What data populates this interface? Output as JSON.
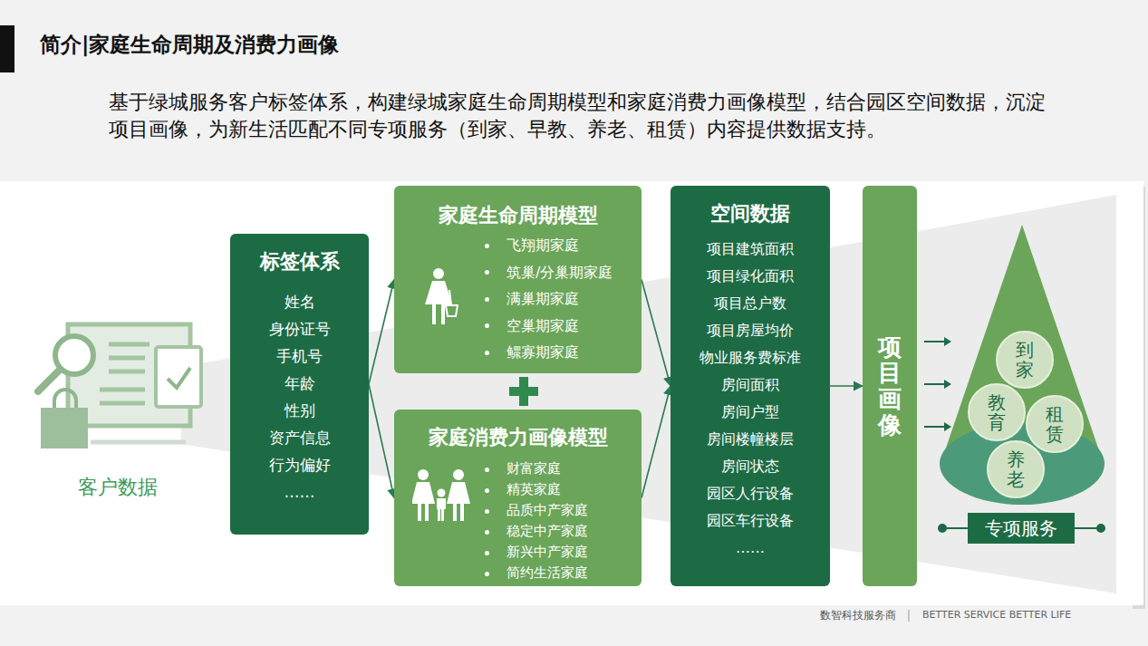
{
  "diagram": {
    "title": "简介|家庭生命周期及消费力画像",
    "nodes": [
      {
        "text": [
          "客户数据"
        ]
      },
      {
        "text": [
          "标签体系",
          "姓名",
          "身份证号",
          "手机号",
          "年龄",
          "性别",
          "资产信息",
          "行为偏好",
          "……"
        ]
      },
      {
        "text": [
          "家庭生命周期模型",
          "飞翔期家庭",
          "筑巢/分巢期家庭",
          "满巢期家庭",
          "空巢期家庭",
          "鳏寡期家庭"
        ]
      },
      {
        "text": [
          "家庭消费力画像模型",
          "财富家庭",
          "精英家庭",
          "品质中产家庭",
          "稳定中产家庭",
          "新兴中产家庭",
          "简约生活家庭"
        ]
      },
      {
        "text": [
          "空间数据",
          "项目建筑面积",
          "项目绿化面积",
          "项目总户数",
          "项目房屋均价",
          "物业服务费标准",
          "房间面积",
          "房间户型",
          "房间楼幢楼层",
          "房间状态",
          "园区人行设备",
          "园区车行设备",
          "……"
        ]
      },
      {
        "text": [
          "项目画像"
        ]
      },
      {
        "text": [
          "到家"
        ]
      },
      {
        "text": [
          "教育"
        ]
      },
      {
        "text": [
          "租赁"
        ]
      },
      {
        "text": [
          "养老"
        ]
      },
      {
        "text": [
          "专项服务"
        ]
      }
    ],
    "edges": [
      {
        "from": 1,
        "to": 2,
        "arrow": "to"
      },
      {
        "from": 1,
        "to": 3,
        "arrow": "to"
      },
      {
        "from": 2,
        "to": 4,
        "arrow": "to"
      },
      {
        "from": 3,
        "to": 4,
        "arrow": "to"
      },
      {
        "from": 4,
        "to": 5,
        "arrow": "to"
      }
    ],
    "labels": [
      "基于绿城服务客户标签体系，构建绿城家庭生命周期模型和家庭消费力画像模型，结合园区空间数据，沉淀项目画像，为新生活匹配不同专项服务（到家、早教、养老、租赁）内容提供数据支持。",
      "数智科技服务商",
      "BETTER SERVICE BETTER LIFE"
    ]
  }
}
